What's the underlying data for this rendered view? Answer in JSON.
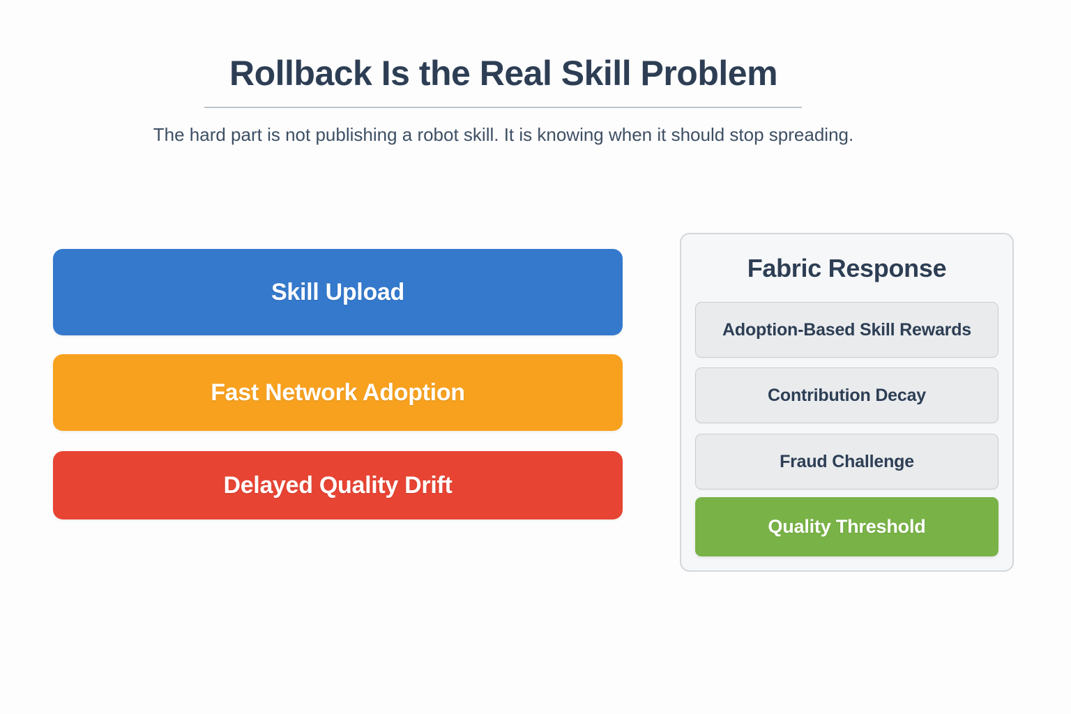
{
  "header": {
    "title": "Rollback Is the Real Skill Problem",
    "subtitle": "The hard part is not publishing a robot skill. It is knowing when it should stop spreading."
  },
  "flow": {
    "steps": [
      {
        "label": "Skill Upload",
        "color": "#3479CC"
      },
      {
        "label": "Fast Network Adoption",
        "color": "#F8A11F"
      },
      {
        "label": "Delayed Quality Drift",
        "color": "#E84433"
      }
    ]
  },
  "panel": {
    "title": "Fabric Response",
    "items": [
      {
        "label": "Adoption-Based Skill Rewards",
        "variant": "neutral",
        "bg": "#E9EBED",
        "text_color": "#2D3E54"
      },
      {
        "label": "Contribution Decay",
        "variant": "neutral",
        "bg": "#E9EBED",
        "text_color": "#2D3E54"
      },
      {
        "label": "Fraud Challenge",
        "variant": "neutral",
        "bg": "#E9EBED",
        "text_color": "#2D3E54"
      },
      {
        "label": "Quality Threshold",
        "variant": "highlight",
        "bg": "#79B347",
        "text_color": "#FFFFFF"
      }
    ]
  },
  "colors": {
    "page_background": "#FDFDFD",
    "title_text": "#2D3E54",
    "subtitle_text": "#3E4F64",
    "divider": "#BCC3CB",
    "panel_background": "#F6F7F8",
    "panel_border": "#D2D7DC"
  }
}
